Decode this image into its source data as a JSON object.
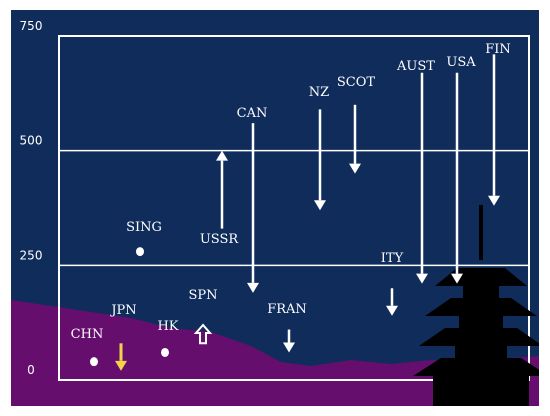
{
  "chart_data": {
    "type": "arrow",
    "title": "",
    "xlabel": "",
    "ylabel": "",
    "ylim": [
      0,
      750
    ],
    "y_ticks": [
      0,
      250,
      500,
      750
    ],
    "grid": true,
    "colors": {
      "background": "#0f2c5a",
      "ground": "#660e6e",
      "arrow": "#ffffff",
      "highlight": "#f2d24a",
      "highlight_label": "#cfe070",
      "frame": "#ffffff",
      "silhouette": "#000000"
    },
    "series": [
      {
        "label": "CHN",
        "from": 40,
        "to": 40,
        "marker": "dot"
      },
      {
        "label": "JPN",
        "from": 80,
        "to": 20,
        "marker": "arrow",
        "highlight": true
      },
      {
        "label": "HK",
        "from": 60,
        "to": 60,
        "marker": "dot"
      },
      {
        "label": "SING",
        "from": 280,
        "to": 280,
        "marker": "dot"
      },
      {
        "label": "SPN",
        "from": 80,
        "to": 120,
        "marker": "block-arrow"
      },
      {
        "label": "USSR",
        "from": 330,
        "to": 500,
        "marker": "arrow"
      },
      {
        "label": "CAN",
        "from": 560,
        "to": 190,
        "marker": "arrow"
      },
      {
        "label": "FRAN",
        "from": 110,
        "to": 60,
        "marker": "arrow"
      },
      {
        "label": "NZ",
        "from": 590,
        "to": 370,
        "marker": "arrow"
      },
      {
        "label": "SCOT",
        "from": 600,
        "to": 450,
        "marker": "arrow"
      },
      {
        "label": "ITY",
        "from": 200,
        "to": 140,
        "marker": "arrow"
      },
      {
        "label": "AUST",
        "from": 670,
        "to": 210,
        "marker": "arrow"
      },
      {
        "label": "USA",
        "from": 670,
        "to": 210,
        "marker": "arrow"
      },
      {
        "label": "FIN",
        "from": 710,
        "to": 380,
        "marker": "arrow"
      }
    ]
  }
}
